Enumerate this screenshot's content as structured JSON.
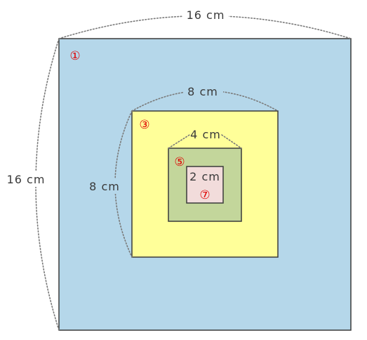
{
  "squares": [
    {
      "number": "①",
      "top_label": "16 cm",
      "side_label": "16 cm",
      "fill": "#b5d7ea"
    },
    {
      "number": "③",
      "top_label": "8 cm",
      "side_label": "8 cm",
      "fill": "#ffff99"
    },
    {
      "number": "⑤",
      "top_label": "4 cm",
      "fill": "#c3d69b"
    },
    {
      "number": "⑦",
      "inner_label": "2 cm",
      "fill": "#f2dcdb"
    }
  ],
  "colors": {
    "outline": "#3a3a3a",
    "number_red": "#e00000",
    "dim_line": "#7a7a7a"
  }
}
